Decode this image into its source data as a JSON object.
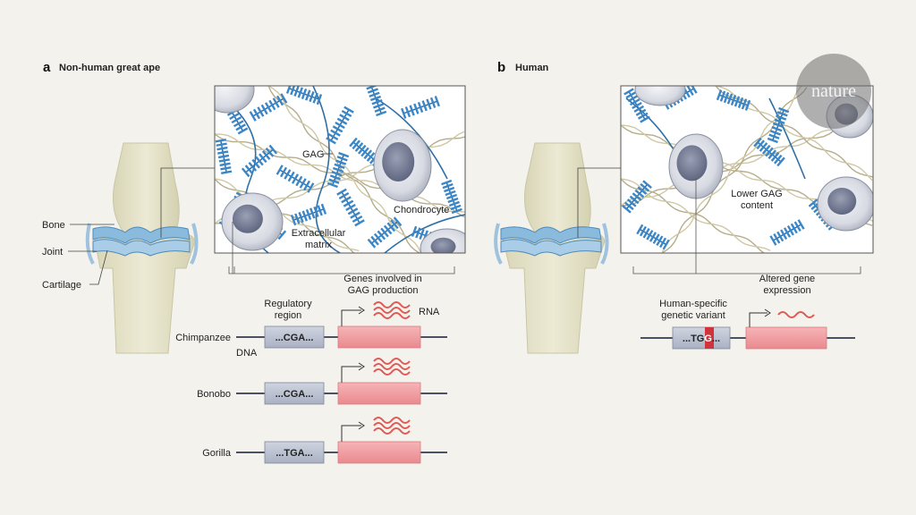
{
  "panel_a": {
    "letter": "a",
    "title": "Non-human great ape",
    "labels": {
      "bone": "Bone",
      "joint": "Joint",
      "cartilage": "Cartilage",
      "gag": "GAG",
      "chondrocyte": "Chondrocyte",
      "matrix_line1": "Extracellular",
      "matrix_line2": "matrix",
      "genes_line1": "Genes involved in",
      "genes_line2": "GAG production",
      "regulatory_line1": "Regulatory",
      "regulatory_line2": "region",
      "rna": "RNA",
      "dna": "DNA"
    },
    "species": [
      {
        "name": "Chimpanzee",
        "sequence": "...CGA..."
      },
      {
        "name": "Bonobo",
        "sequence": "...CGA..."
      },
      {
        "name": "Gorilla",
        "sequence": "...TGA..."
      }
    ]
  },
  "panel_b": {
    "letter": "b",
    "title": "Human",
    "labels": {
      "lower_gag_line1": "Lower GAG",
      "lower_gag_line2": "content",
      "altered_line1": "Altered gene",
      "altered_line2": "expression",
      "variant_line1": "Human-specific",
      "variant_line2": "genetic variant"
    },
    "sequence_prefix": "...TG",
    "sequence_variant": "G",
    "sequence_suffix": "..."
  },
  "watermark": "nature",
  "colors": {
    "background": "#f4f2ec",
    "bone": "#e6e3c8",
    "cartilage": "#7fb2d6",
    "gag": "#3a86c6",
    "regulatory_box": "#bcc3d3",
    "gene_box": "#f0a0a4",
    "rna": "#e05a55",
    "variant": "#d0333b"
  }
}
